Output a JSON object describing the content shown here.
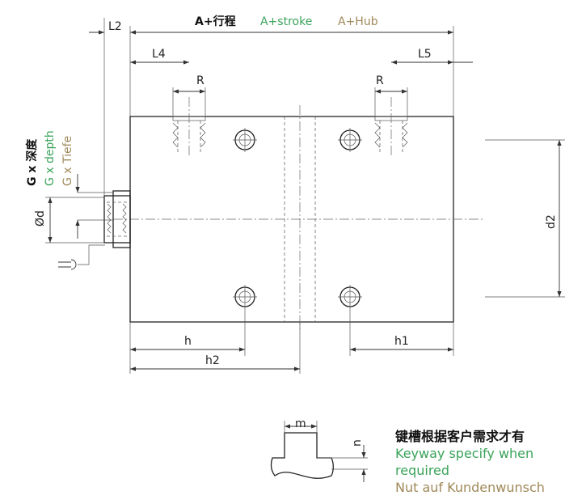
{
  "top": {
    "stroke_cn": "A+行程",
    "stroke_en": "A+stroke",
    "stroke_de": "A+Hub"
  },
  "dims": {
    "L2": "L2",
    "L4": "L4",
    "L5": "L5",
    "R_left": "R",
    "R_right": "R",
    "d": "Ød",
    "d2": "d2",
    "h": "h",
    "h1": "h1",
    "h2": "h2",
    "m": "m",
    "n": "n"
  },
  "thread": {
    "cn": "G x 深度",
    "en": "G x depth",
    "de": "G x Tiefe"
  },
  "keyway": {
    "cn": "键槽根据客户需求才有",
    "en": "Keyway specify when required",
    "de": "Nut auf Kundenwunsch"
  },
  "colors": {
    "green": "#3aa35a",
    "tan": "#a0895a"
  },
  "icons": {
    "wrench": "wrench-icon"
  }
}
